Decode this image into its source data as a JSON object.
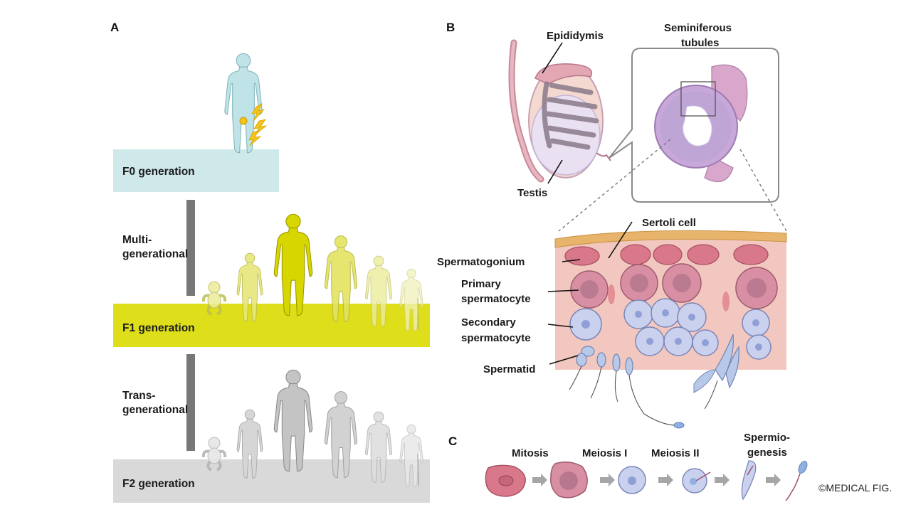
{
  "panels": {
    "a": "A",
    "b": "B",
    "c": "C"
  },
  "generations": {
    "f0": "F0 generation",
    "f1": "F1 generation",
    "f2": "F2 generation",
    "multi_line1": "Multi-",
    "multi_line2": "generational",
    "trans_line1": "Trans-",
    "trans_line2": "generational"
  },
  "anatomy": {
    "epididymis": "Epididymis",
    "seminiferous_line1": "Seminiferous",
    "seminiferous_line2": "tubules",
    "testis": "Testis",
    "sertoli": "Sertoli cell",
    "spermatogonium": "Spermatogonium",
    "primary_line1": "Primary",
    "primary_line2": "spermatocyte",
    "secondary_line1": "Secondary",
    "secondary_line2": "spermatocyte",
    "spermatid": "Spermatid"
  },
  "stages": {
    "mitosis": "Mitosis",
    "meiosis1": "Meiosis I",
    "meiosis2": "Meiosis II",
    "spermio_line1": "Spermio-",
    "spermio_line2": "genesis"
  },
  "credit": "©MEDICAL FIG.",
  "colors": {
    "f0_band": "#cfe8ea",
    "f1_band": "#dede1a",
    "f2_band": "#d9d9d9",
    "f1_figure": "#d7d600",
    "f2_figure": "#c4c4c4",
    "f0_figure": "#bfe3e6",
    "lightning": "#f2c41c",
    "sertoli_tissue": "#f2c7bf",
    "membrane": "#e8b36b",
    "primary_cell": "#d98fa3",
    "secondary_cell": "#c9d1ee",
    "arrow": "#a6a6a6"
  }
}
